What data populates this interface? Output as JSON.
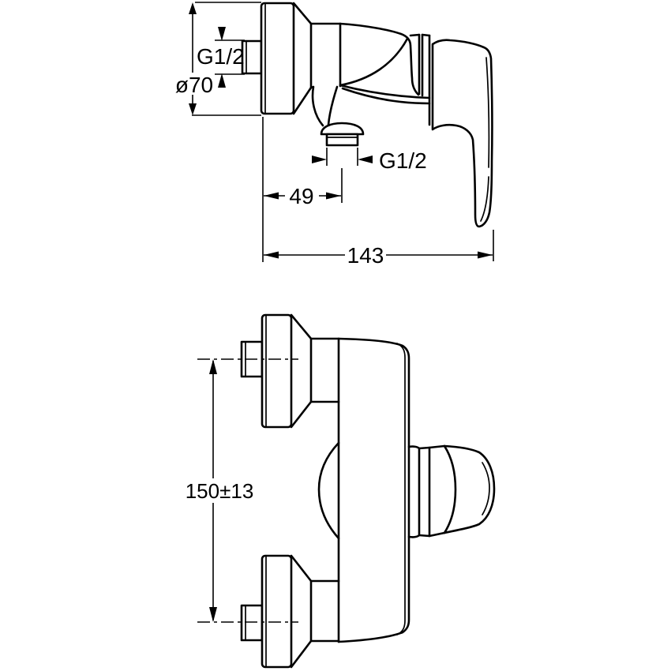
{
  "title": "Shower mixer dimensional technical drawing",
  "colors": {
    "background": "#ffffff",
    "line": "#000000"
  },
  "side_view": {
    "labels": {
      "inlet_thread": "G1/2",
      "flange_diameter": "ø70",
      "outlet_thread": "G1/2",
      "outlet_offset_from_wall": "49",
      "overall_depth": "143"
    }
  },
  "front_view": {
    "labels": {
      "inlet_center_distance": "150±13"
    }
  }
}
